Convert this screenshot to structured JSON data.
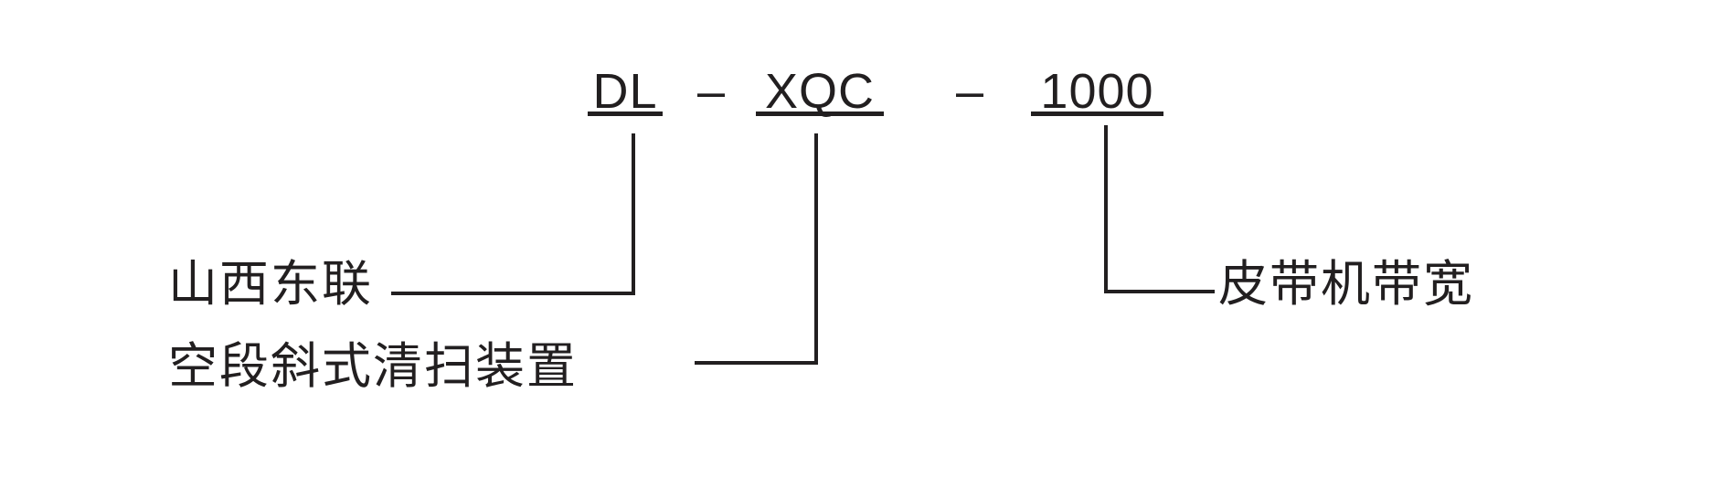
{
  "model_code": {
    "prefix": "DL",
    "separator1": "–",
    "type": "XQC",
    "separator2": "–",
    "width": "1000"
  },
  "labels": {
    "manufacturer": "山西东联",
    "device_type": "空段斜式清扫装置",
    "belt_width": "皮带机带宽"
  },
  "colors": {
    "ink": "#221f20",
    "background": "#ffffff"
  }
}
